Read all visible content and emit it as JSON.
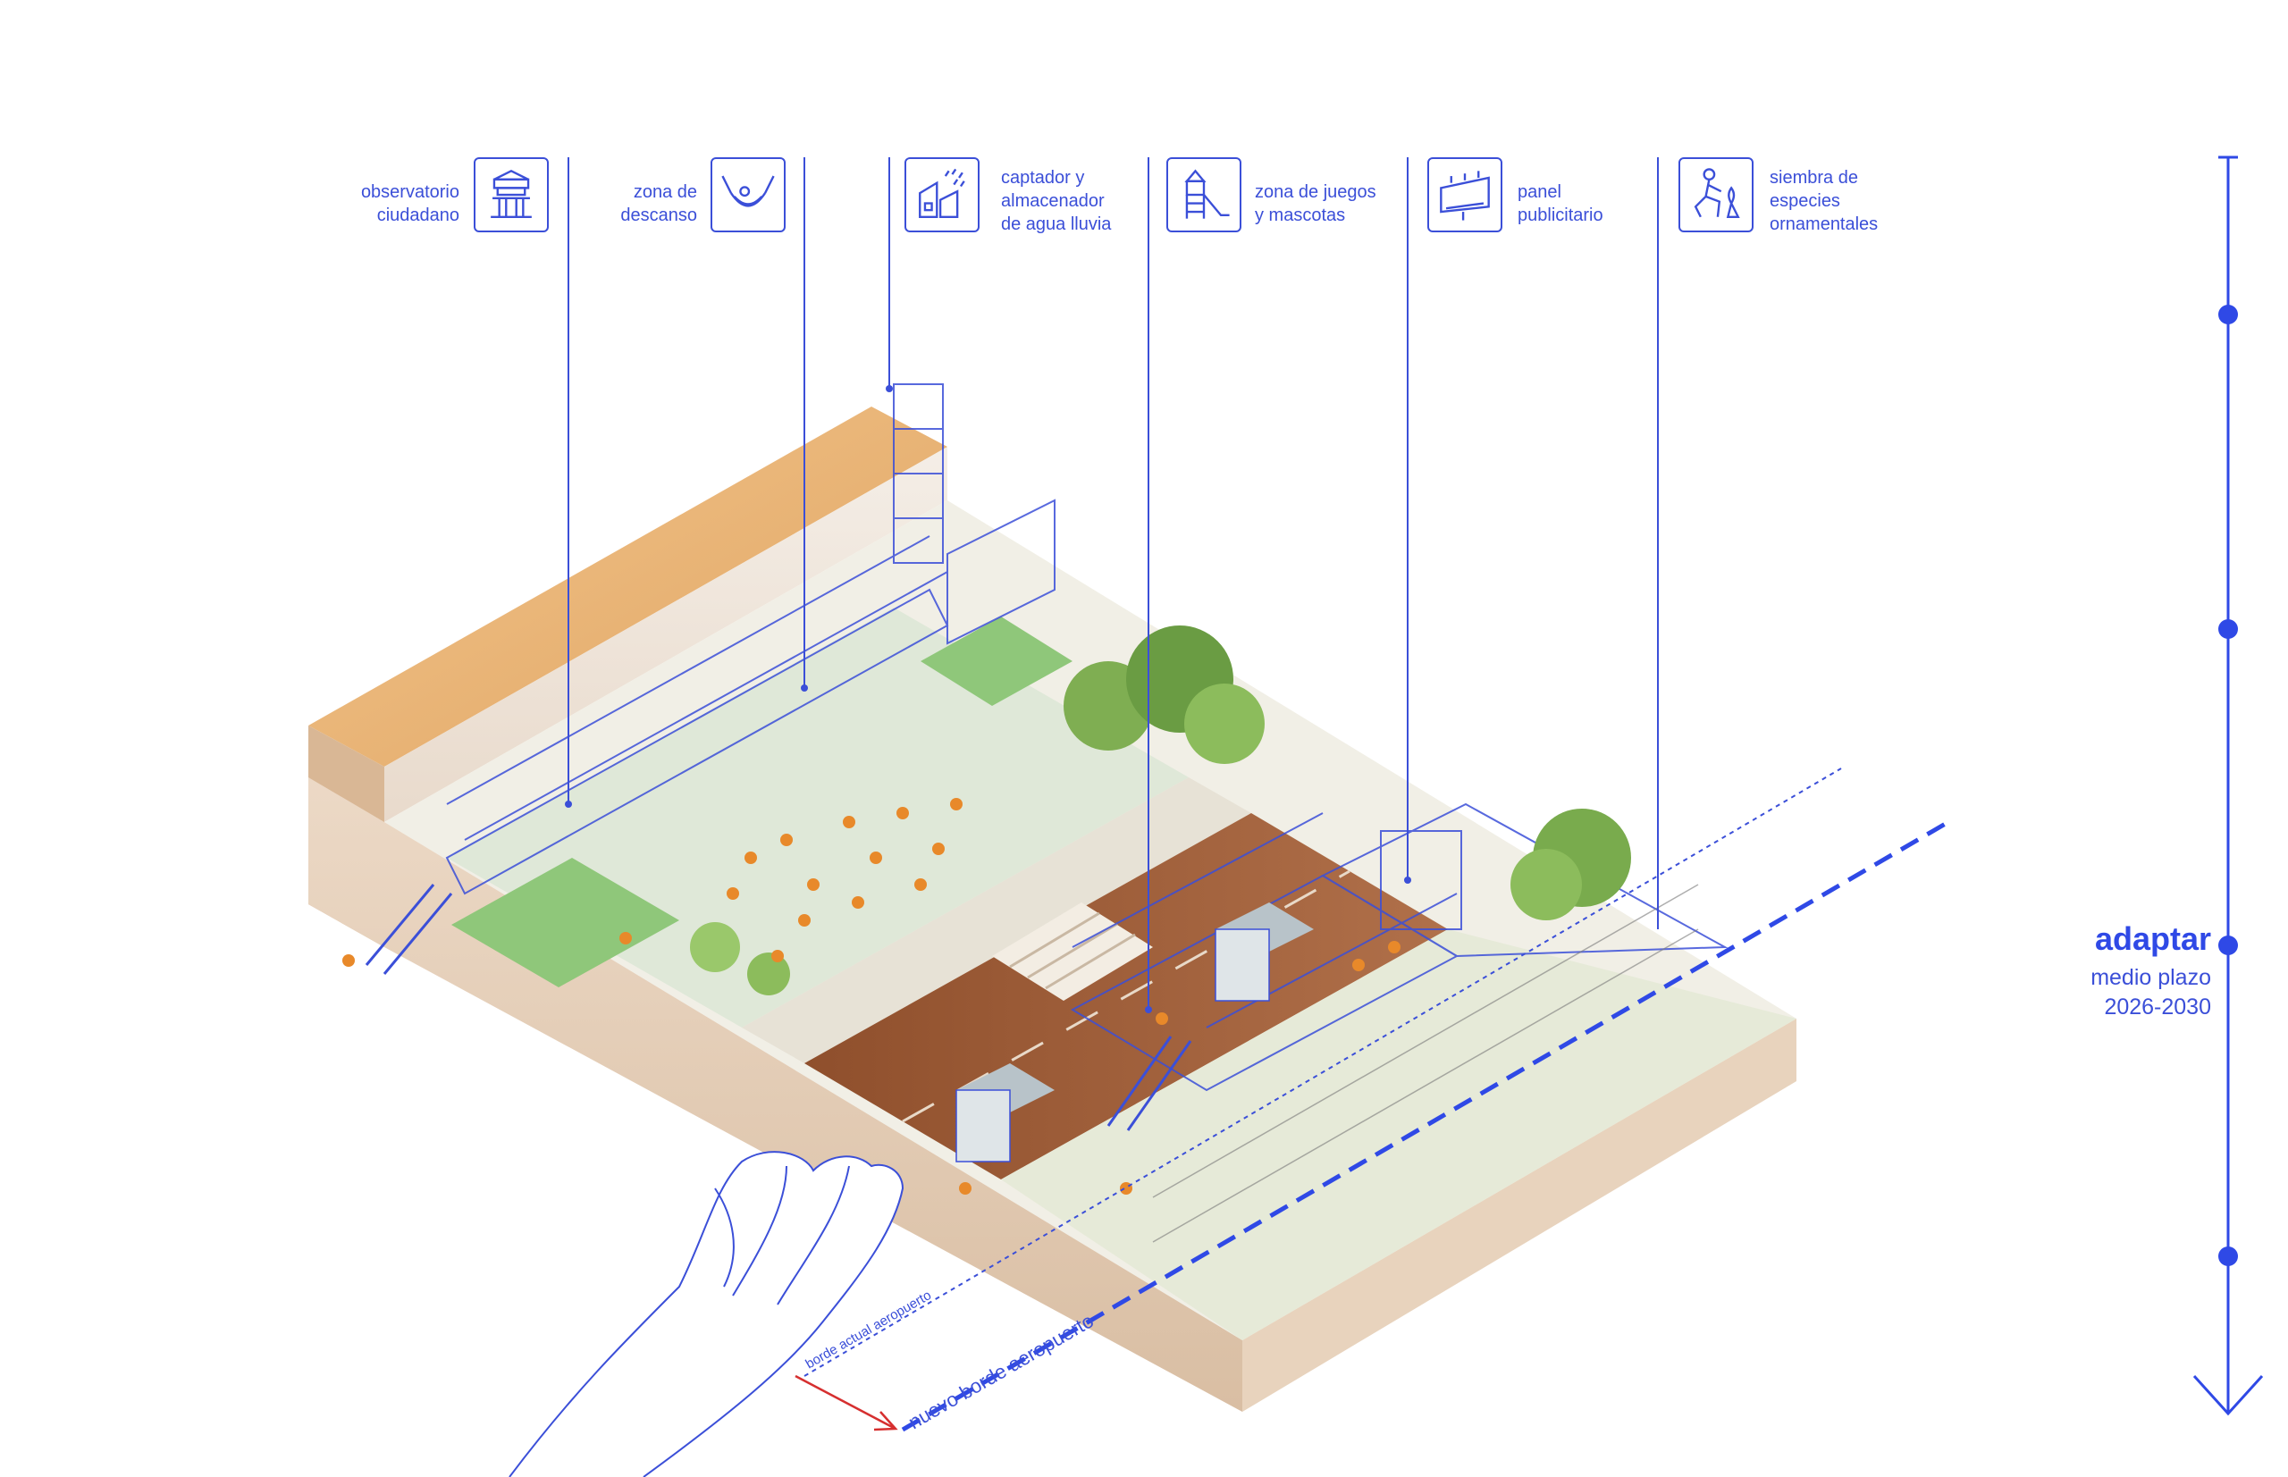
{
  "legend": [
    {
      "id": "observatorio",
      "label": "observatorio\nciudadano",
      "icon": "observatory-building-icon"
    },
    {
      "id": "descanso",
      "label": "zona de\ndescanso",
      "icon": "hammock-icon"
    },
    {
      "id": "captador",
      "label": "captador y\nalmacenador\nde agua lluvia",
      "icon": "rain-water-collector-icon"
    },
    {
      "id": "juegos",
      "label": "zona de juegos\ny mascotas",
      "icon": "playground-slide-icon"
    },
    {
      "id": "panel",
      "label": "panel\npublicitario",
      "icon": "billboard-icon"
    },
    {
      "id": "siembra",
      "label": "siembra de\nespecies\nornamentales",
      "icon": "gardener-planting-icon"
    }
  ],
  "timeline": {
    "phase_title": "adaptar",
    "phase_subtitle": "medio plazo\n2026-2030"
  },
  "annotations": {
    "current_border": "borde actual aeropuerto",
    "new_border": "nuevo borde aeropuerto"
  },
  "colors": {
    "accent": "#3b4fd8",
    "timeline": "#2f49e6",
    "arrow_red": "#d62f2f",
    "figures": "#e8892a",
    "wall_top": "#e9b47a",
    "plaza": "#dfe8d8",
    "road": "#9a5a34",
    "greenery": "#6aa84f"
  }
}
